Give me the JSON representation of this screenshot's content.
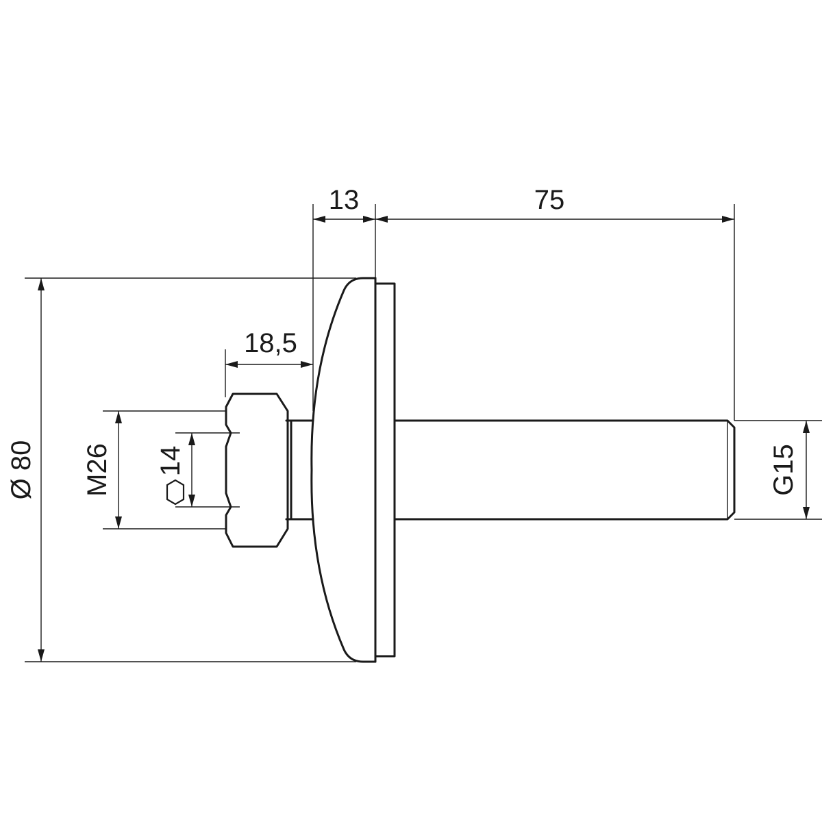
{
  "drawing": {
    "dimensions": {
      "flange_thickness": "13",
      "stem_length": "75",
      "nut_length": "18,5",
      "flange_diameter": "Ø 80",
      "nut_thread": "M26",
      "hex_size": "14",
      "stem_thread": "G15"
    },
    "icons": {
      "hex_symbol": "hexagon-icon"
    }
  }
}
